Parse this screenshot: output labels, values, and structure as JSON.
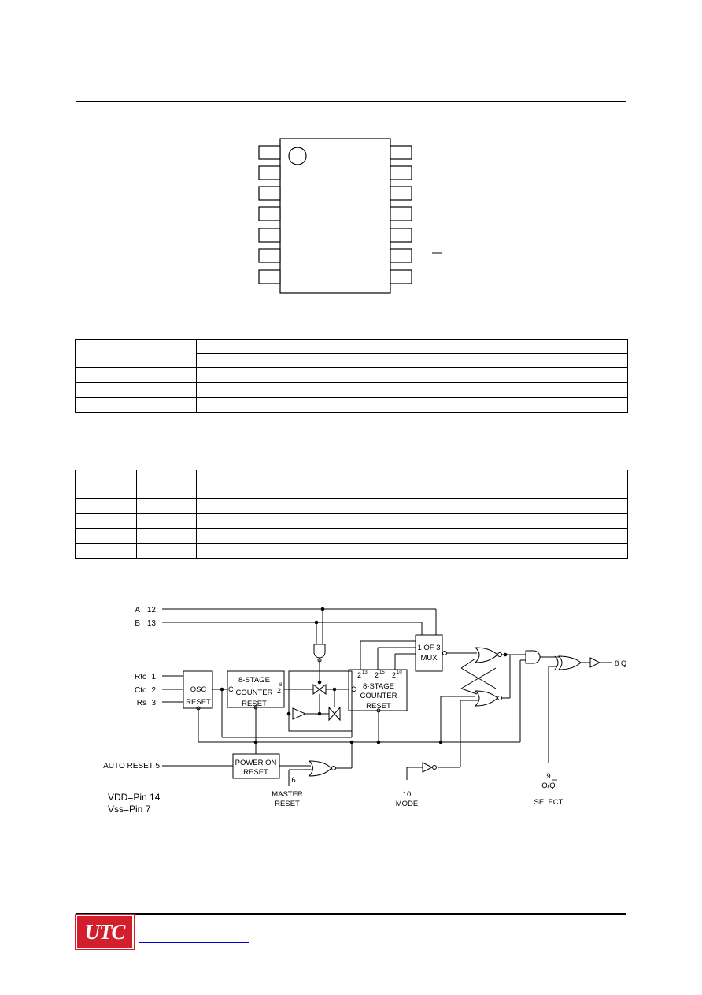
{
  "diagram": {
    "inputs": {
      "a": {
        "label": "A",
        "pin": "12"
      },
      "b": {
        "label": "B",
        "pin": "13"
      },
      "rtc": {
        "label": "Rtc",
        "pin": "1"
      },
      "ctc": {
        "label": "Ctc",
        "pin": "2"
      },
      "rs": {
        "label": "Rs",
        "pin": "3"
      },
      "auto_reset": "AUTO RESET 5"
    },
    "blocks": {
      "osc": {
        "line1": "OSC",
        "line2": "RESET"
      },
      "counter8": {
        "line1": "8-STAGE",
        "line2": "COUNTER",
        "line3": "RESET",
        "clock": "C",
        "tap": "2",
        "tap_exp": "8"
      },
      "counter8b": {
        "line1": "8-STAGE",
        "line2": "COUNTER",
        "line3": "RESET",
        "clock": "C",
        "taps": [
          {
            "base": "2",
            "exp": "13"
          },
          {
            "base": "2",
            "exp": "15"
          },
          {
            "base": "2",
            "exp": "10"
          }
        ]
      },
      "mux": {
        "line1": "1 OF 3",
        "line2": "MUX"
      },
      "power_on": {
        "line1": "POWER ON",
        "line2": "RESET"
      }
    },
    "pins": {
      "master_reset": {
        "pin": "6",
        "line1": "MASTER",
        "line2": "RESET"
      },
      "mode": {
        "pin": "10",
        "line1": "MODE"
      },
      "select": {
        "pin": "9",
        "line1": "Q/Q",
        "line2": "SELECT"
      },
      "output": "8 Q"
    },
    "supply": {
      "vdd": "VDD=Pin 14",
      "vss": "Vss=Pin 7"
    }
  },
  "footer": {
    "logo": "UTC"
  }
}
